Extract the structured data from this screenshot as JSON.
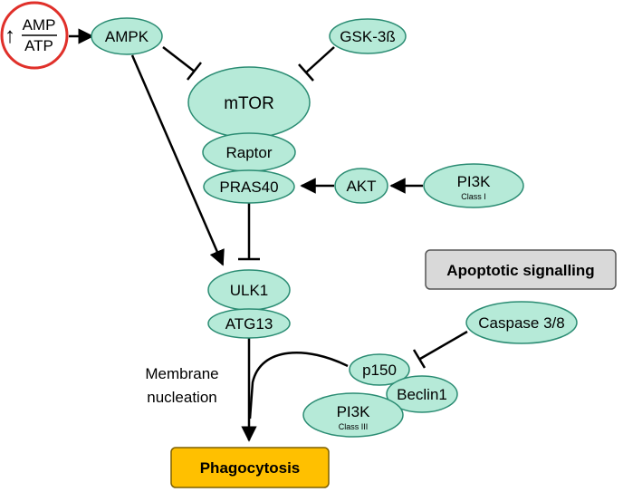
{
  "nodes": {
    "amp_ratio": {
      "numerator": "AMP",
      "denominator": "ATP",
      "arrow": "↑"
    },
    "ampk": "AMPK",
    "gsk3b": "GSK-3ß",
    "mtor": "mTOR",
    "raptor": "Raptor",
    "pras40": "PRAS40",
    "akt": "AKT",
    "pi3k_class1": {
      "label": "PI3K",
      "sublabel": "Class I"
    },
    "ulk1": "ULK1",
    "atg13": "ATG13",
    "caspase": "Caspase 3/8",
    "p150": "p150",
    "beclin1": "Beclin1",
    "pi3k_class3": {
      "label": "PI3K",
      "sublabel": "Class III"
    },
    "apoptotic": "Apoptotic signalling",
    "phagocytosis": "Phagocytosis"
  },
  "labels": {
    "membrane_line1": "Membrane",
    "membrane_line2": "nucleation"
  },
  "colors": {
    "node_fill": "#b6ead8",
    "node_stroke": "#2b8c73",
    "ratio_ring": "#e0302a",
    "apoptotic_fill": "#d9d9d9",
    "phagocytosis_fill": "#ffc000",
    "edge": "#000000"
  }
}
